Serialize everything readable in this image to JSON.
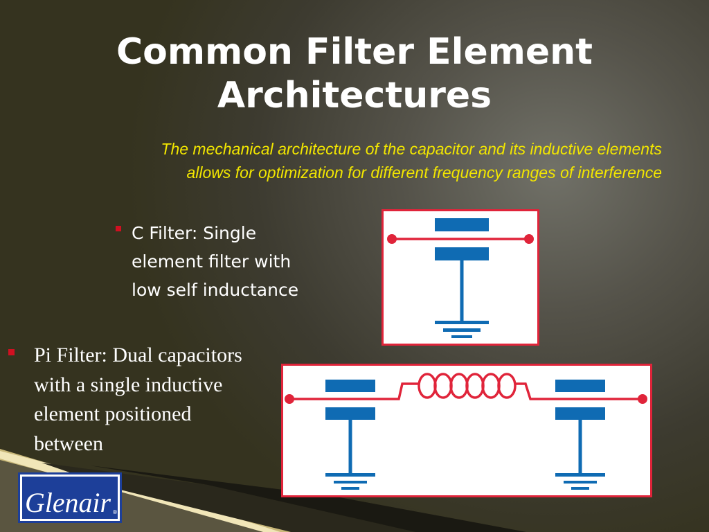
{
  "slide": {
    "title_lines": [
      "Common Filter Element",
      "Architectures"
    ],
    "subtitle_lines": [
      "The mechanical architecture of the capacitor and its inductive elements",
      "allows for optimization for different frequency ranges of interference"
    ],
    "bullets": [
      {
        "lines": [
          "C Filter: Single",
          "element filter with",
          "low self inductance"
        ]
      },
      {
        "lines": [
          "Pi Filter: Dual capacitors",
          "with a single inductive",
          "element positioned",
          "between"
        ]
      }
    ],
    "logo": {
      "text": "Glenair",
      "registered": "®"
    },
    "colors": {
      "title": "#ffffff",
      "subtitle": "#f2e600",
      "bullet_marker": "#d01021",
      "conductor": "#e0243a",
      "capacitor": "#0f6bb3",
      "diagram_border": "#e0243a",
      "diagram_background": "#ffffff",
      "logo_blue": "#1d3f99"
    }
  }
}
